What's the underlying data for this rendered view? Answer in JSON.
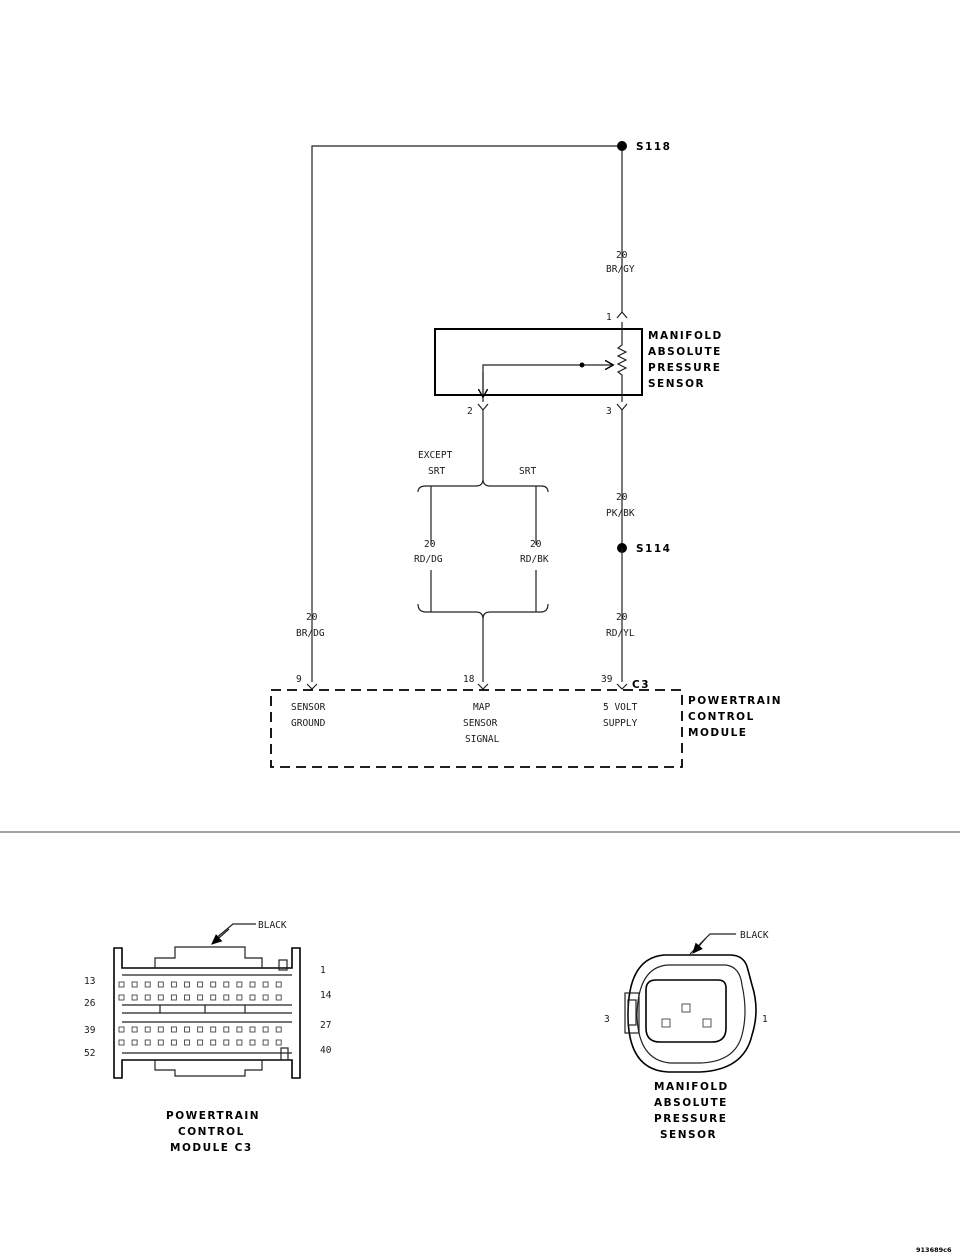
{
  "splices": {
    "s118": "S118",
    "s114": "S114"
  },
  "wires": {
    "br_gy": {
      "gauge": "20",
      "color": "BR/GY"
    },
    "pk_bk": {
      "gauge": "20",
      "color": "PK/BK"
    },
    "rd_yl": {
      "gauge": "20",
      "color": "RD/YL"
    },
    "br_dg": {
      "gauge": "20",
      "color": "BR/DG"
    },
    "rd_dg": {
      "gauge": "20",
      "color": "RD/DG"
    },
    "rd_bk": {
      "gauge": "20",
      "color": "RD/BK"
    }
  },
  "sensor": {
    "title_lines": [
      "MANIFOLD",
      "ABSOLUTE",
      "PRESSURE",
      "SENSOR"
    ],
    "pins": {
      "p1": "1",
      "p2": "2",
      "p3": "3"
    }
  },
  "branch": {
    "except_lines": [
      "EXCEPT",
      "SRT"
    ],
    "srt": "SRT"
  },
  "pcm": {
    "title_lines": [
      "POWERTRAIN",
      "CONTROL",
      "MODULE"
    ],
    "connector": "C3",
    "pins": {
      "p9": "9",
      "p18": "18",
      "p39": "39"
    },
    "circuits": {
      "ground_lines": [
        "SENSOR",
        "GROUND"
      ],
      "signal_lines": [
        "MAP",
        "SENSOR",
        "SIGNAL"
      ],
      "supply_lines": [
        "5 VOLT",
        "SUPPLY"
      ]
    }
  },
  "connector_views": {
    "pcm_c3": {
      "color_label": "BLACK",
      "pin_labels": {
        "top_left": "13",
        "top_right": "1",
        "row2_left": "26",
        "row2_right": "14",
        "row3_left": "39",
        "row3_right": "27",
        "bottom_left": "52",
        "bottom_right": "40"
      },
      "caption_lines": [
        "POWERTRAIN",
        "CONTROL",
        "MODULE C3"
      ]
    },
    "map_sensor": {
      "color_label": "BLACK",
      "pin_labels": {
        "left": "3",
        "right": "1"
      },
      "caption_lines": [
        "MANIFOLD",
        "ABSOLUTE",
        "PRESSURE",
        "SENSOR"
      ]
    }
  },
  "figure_id": "913689c6"
}
